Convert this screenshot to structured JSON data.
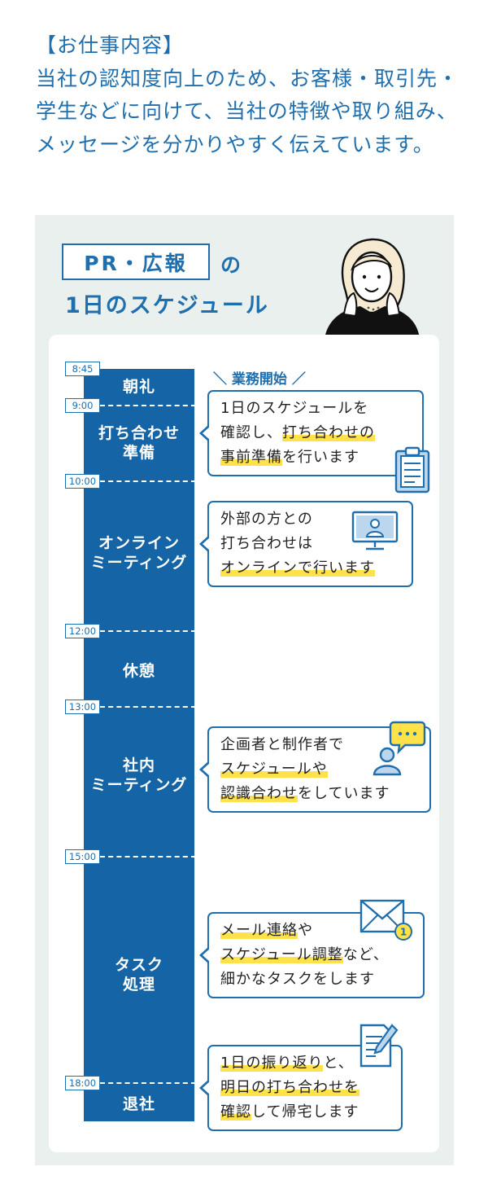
{
  "intro": {
    "heading": "【お仕事内容】",
    "body": "当社の認知度向上のため、お客様・取引先・学生などに向けて、当社の特徴や取り組み、メッセージを分かりやすく伝えています。"
  },
  "schedule": {
    "role": "PR・広報",
    "particle": "の",
    "title": "1日のスケジュール",
    "start_label": "業務開始",
    "times": [
      "8:45",
      "9:00",
      "10:00",
      "12:00",
      "13:00",
      "15:00",
      "18:00"
    ],
    "activities": [
      {
        "line1": "朝礼",
        "line2": ""
      },
      {
        "line1": "打ち合わせ",
        "line2": "準備"
      },
      {
        "line1": "オンライン",
        "line2": "ミーティング"
      },
      {
        "line1": "休憩",
        "line2": ""
      },
      {
        "line1": "社内",
        "line2": "ミーティング"
      },
      {
        "line1": "タスク",
        "line2": "処理"
      },
      {
        "line1": "退社",
        "line2": ""
      }
    ],
    "bubbles": [
      {
        "l1a": "1日のスケジュールを",
        "l2a": "確認し、",
        "l2b": "打ち合わせの",
        "l3a": "事前準備",
        "l3b": "を行います"
      },
      {
        "l1a": "外部の方との",
        "l2a": "打ち合わせは",
        "l3a": "オンラインで行います"
      },
      {
        "l1a": "企画者と制作者で",
        "l2a": "スケジュールや",
        "l3a": "認識合わせ",
        "l3b": "をしています"
      },
      {
        "l1a": "メール連絡",
        "l1b": "や",
        "l2a": "スケジュール調整",
        "l2b": "など、",
        "l3a": "細かなタスクをします"
      },
      {
        "l1a": "1日の振り返り",
        "l1b": "と、",
        "l2a": "明日の打ち合わせを",
        "l3a": "確認",
        "l3b": "して帰宅します"
      }
    ],
    "icons": {
      "clipboard": "clipboard-icon",
      "monitor": "video-call-icon",
      "chat": "chat-person-icon",
      "mail": "mail-icon",
      "memo": "memo-icon",
      "mail_badge": "1"
    },
    "colors": {
      "accent": "#1464a6",
      "highlight": "#ffe14a",
      "panel": "#e9f0ee"
    }
  }
}
